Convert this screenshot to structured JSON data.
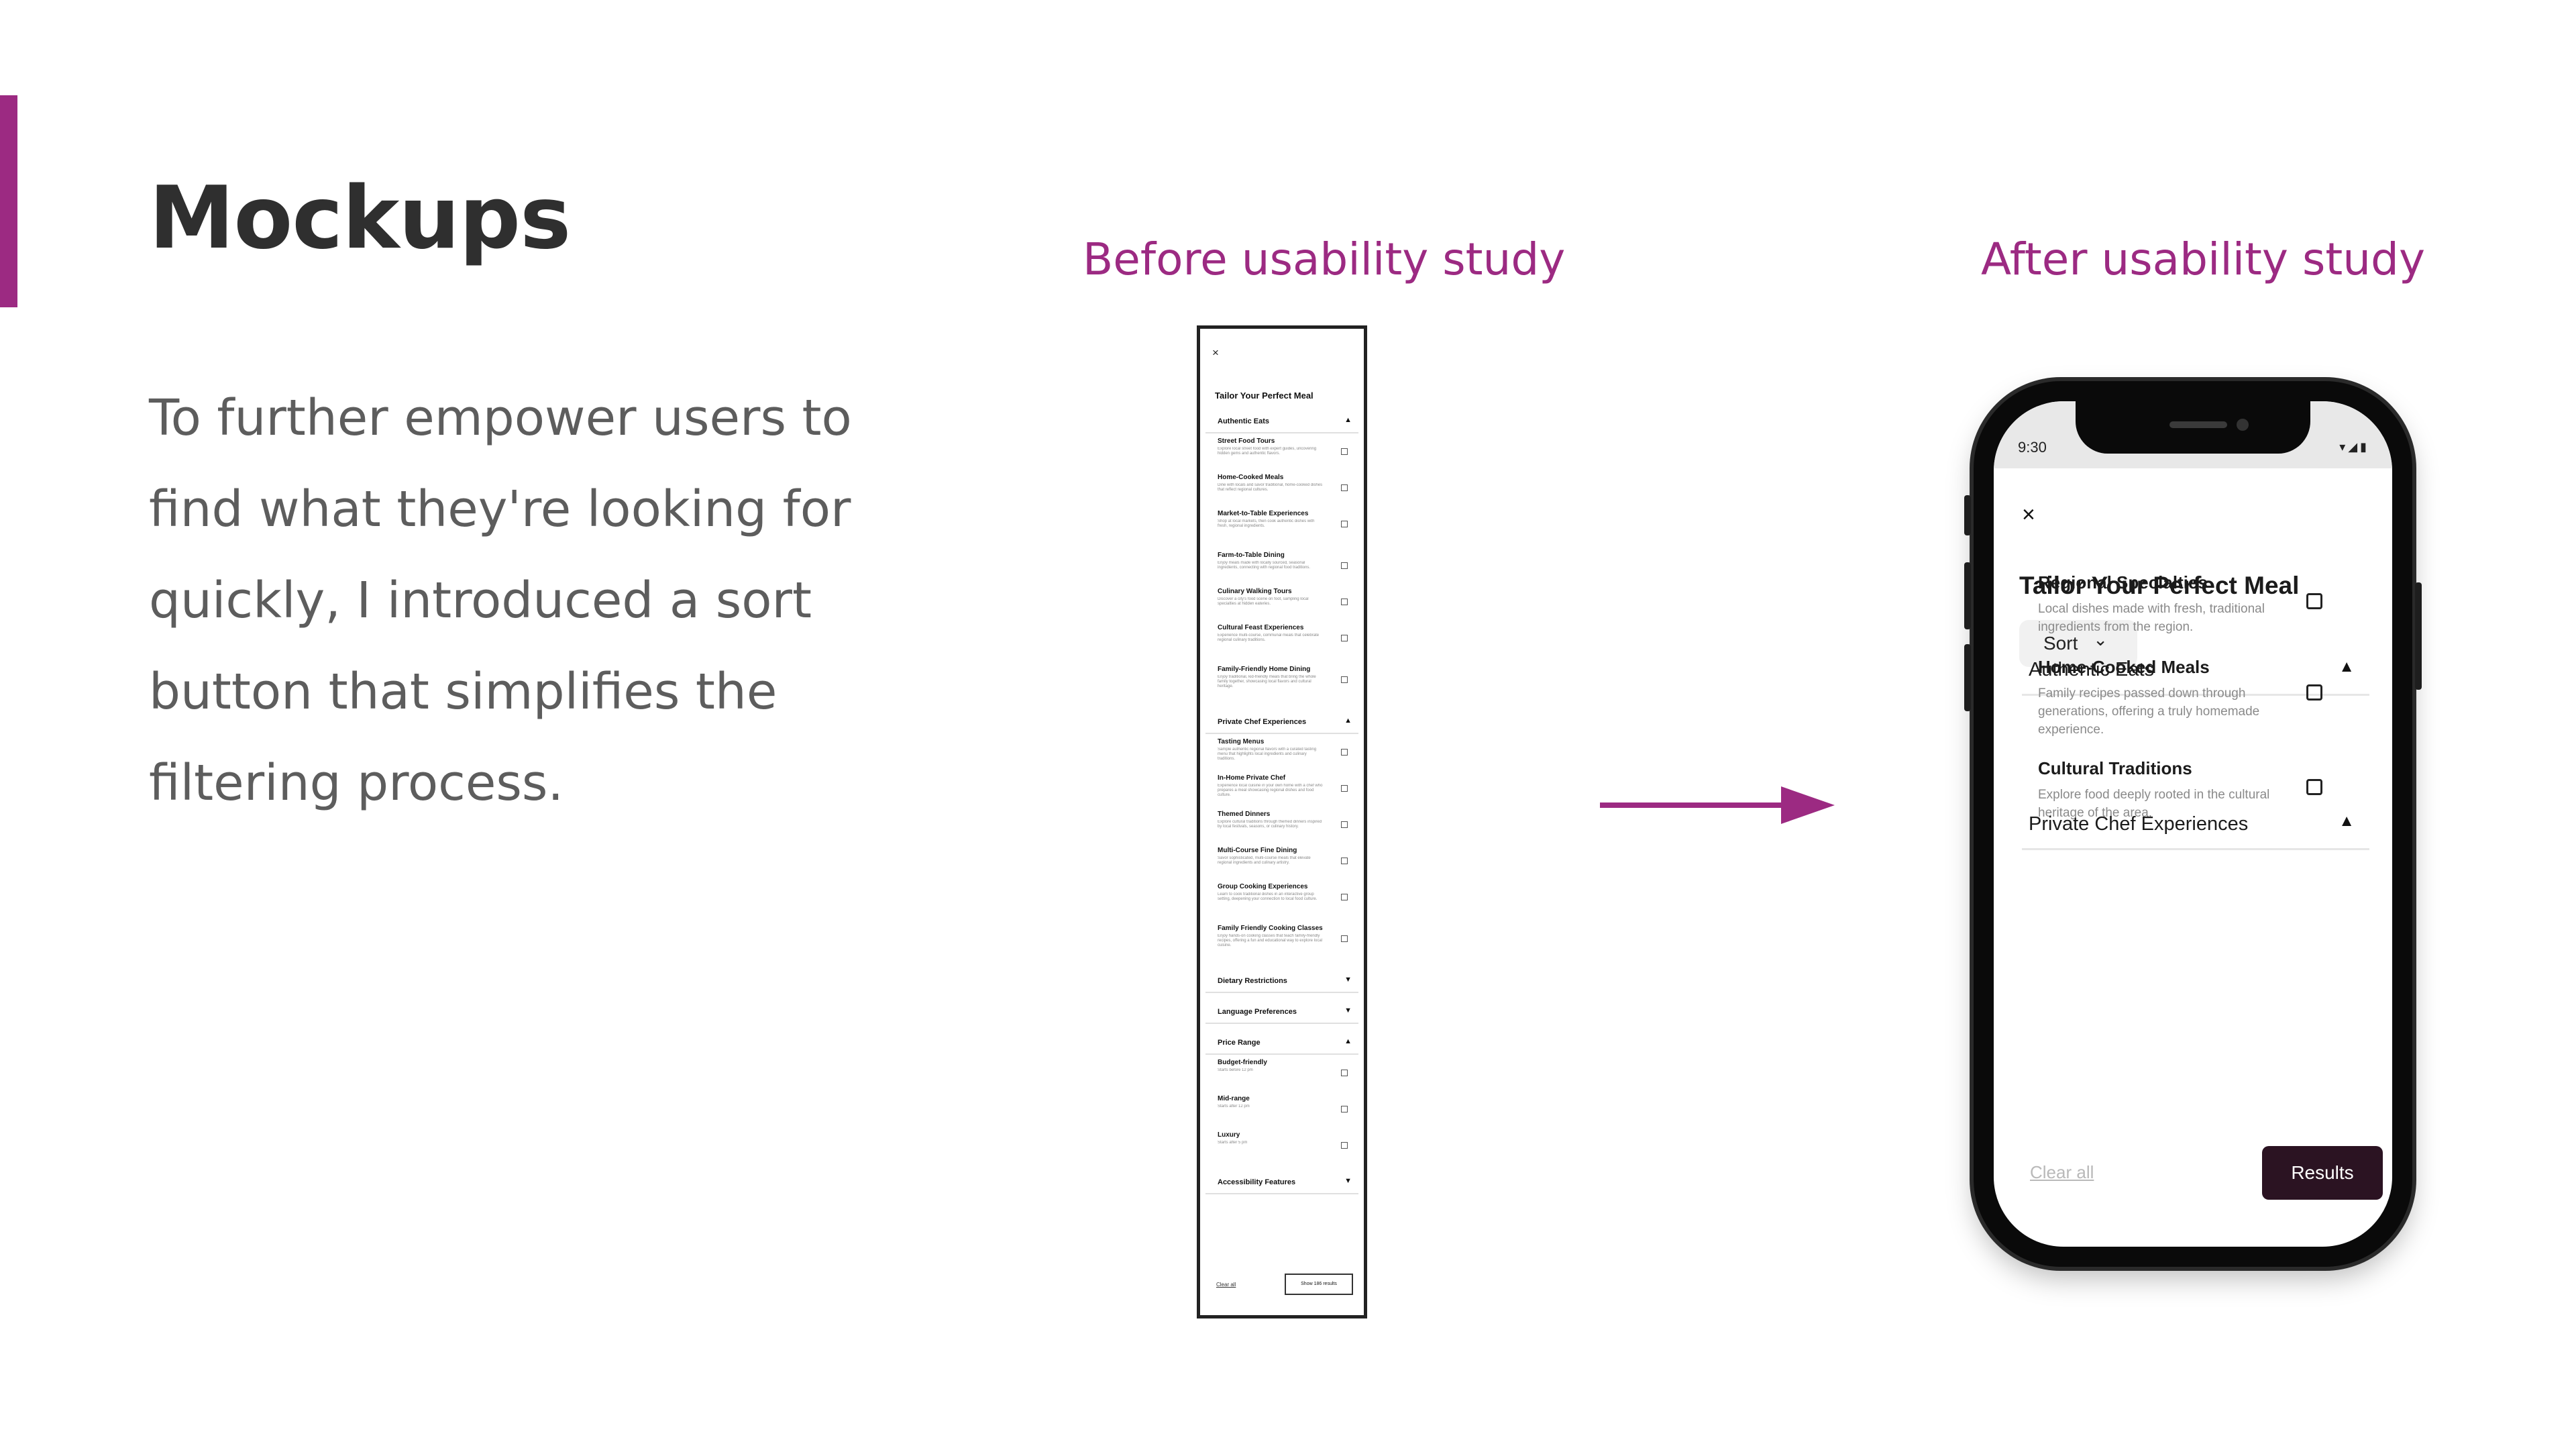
{
  "slide": {
    "title": "Mockups",
    "intro": "To further empower users to find what they're looking for quickly, I introduced a sort button that simplifies the filtering process.",
    "before_heading": "Before usability study",
    "after_heading": "After usability study",
    "accent_color": "#9c2a82"
  },
  "before": {
    "close_icon": "×",
    "title": "Tailor Your Perfect Meal",
    "sections": [
      {
        "title": "Authentic Eats",
        "expanded": true,
        "items": [
          {
            "name": "Street Food Tours",
            "desc": "Explore local street food with expert guides, uncovering hidden gems and authentic flavors."
          },
          {
            "name": "Home-Cooked Meals",
            "desc": "Dine with locals and savor traditional, home-cooked dishes that reflect regional cultures."
          },
          {
            "name": "Market-to-Table Experiences",
            "desc": "Shop at local markets, then cook authentic dishes with fresh, regional ingredients."
          },
          {
            "name": "Farm-to-Table Dining",
            "desc": "Enjoy meals made with locally sourced, seasonal ingredients, connecting with regional food traditions."
          },
          {
            "name": "Culinary Walking Tours",
            "desc": "Discover a city's food scene on foot, sampling local specialties at hidden eateries."
          },
          {
            "name": "Cultural Feast Experiences",
            "desc": "Experience multi-course, communal meals that celebrate regional culinary traditions."
          },
          {
            "name": "Family-Friendly Home Dining",
            "desc": "Enjoy traditional, kid-friendly meals that bring the whole family together, showcasing local flavors and cultural heritage."
          }
        ]
      },
      {
        "title": "Private Chef Experiences",
        "expanded": true,
        "items": [
          {
            "name": "Tasting Menus",
            "desc": "Sample authentic regional flavors with a curated tasting menu that highlights local ingredients and culinary traditions."
          },
          {
            "name": "In-Home Private Chef",
            "desc": "Experience local cuisine in your own home with a chef who prepares a meal showcasing regional dishes and food culture."
          },
          {
            "name": "Themed Dinners",
            "desc": "Explore cultural traditions through themed dinners inspired by local festivals, seasons, or culinary history."
          },
          {
            "name": "Multi-Course Fine Dining",
            "desc": "Savor sophisticated, multi-course meals that elevate regional ingredients and culinary artistry."
          },
          {
            "name": "Group Cooking Experiences",
            "desc": "Learn to cook traditional dishes in an interactive group setting, deepening your connection to local food culture."
          },
          {
            "name": "Family Friendly Cooking Classes",
            "desc": "Enjoy hands-on cooking classes that teach family-friendly recipes, offering a fun and educational way to explore local cuisine."
          }
        ]
      },
      {
        "title": "Dietary Restrictions",
        "expanded": false,
        "items": []
      },
      {
        "title": "Language Preferences",
        "expanded": false,
        "items": []
      },
      {
        "title": "Price Range",
        "expanded": true,
        "items": [
          {
            "name": "Budget-friendly",
            "desc": "Starts before 12 pm"
          },
          {
            "name": "Mid-range",
            "desc": "Starts after 12 pm"
          },
          {
            "name": "Luxury",
            "desc": "Starts after 5 pm"
          }
        ]
      },
      {
        "title": "Accessibility Features",
        "expanded": false,
        "items": []
      }
    ],
    "clear_label": "Clear all",
    "show_label": "Show 186 results"
  },
  "after": {
    "time": "9:30",
    "close_icon": "×",
    "title": "Tailor Your Perfect Meal",
    "sort_label": "Sort",
    "sections": [
      {
        "title": "Authentic Eats",
        "items": [
          {
            "name": "Regional Specialties",
            "desc": "Local dishes made with fresh, traditional ingredients from the region."
          },
          {
            "name": "Home-Cooked Meals",
            "desc": "Family recipes passed down through generations, offering a truly homemade experience."
          },
          {
            "name": "Cultural Traditions",
            "desc": "Explore food deeply rooted in the cultural heritage of the area."
          }
        ]
      },
      {
        "title": "Private Chef Experiences",
        "items": []
      }
    ],
    "clear_label": "Clear all",
    "results_label": "Results"
  }
}
